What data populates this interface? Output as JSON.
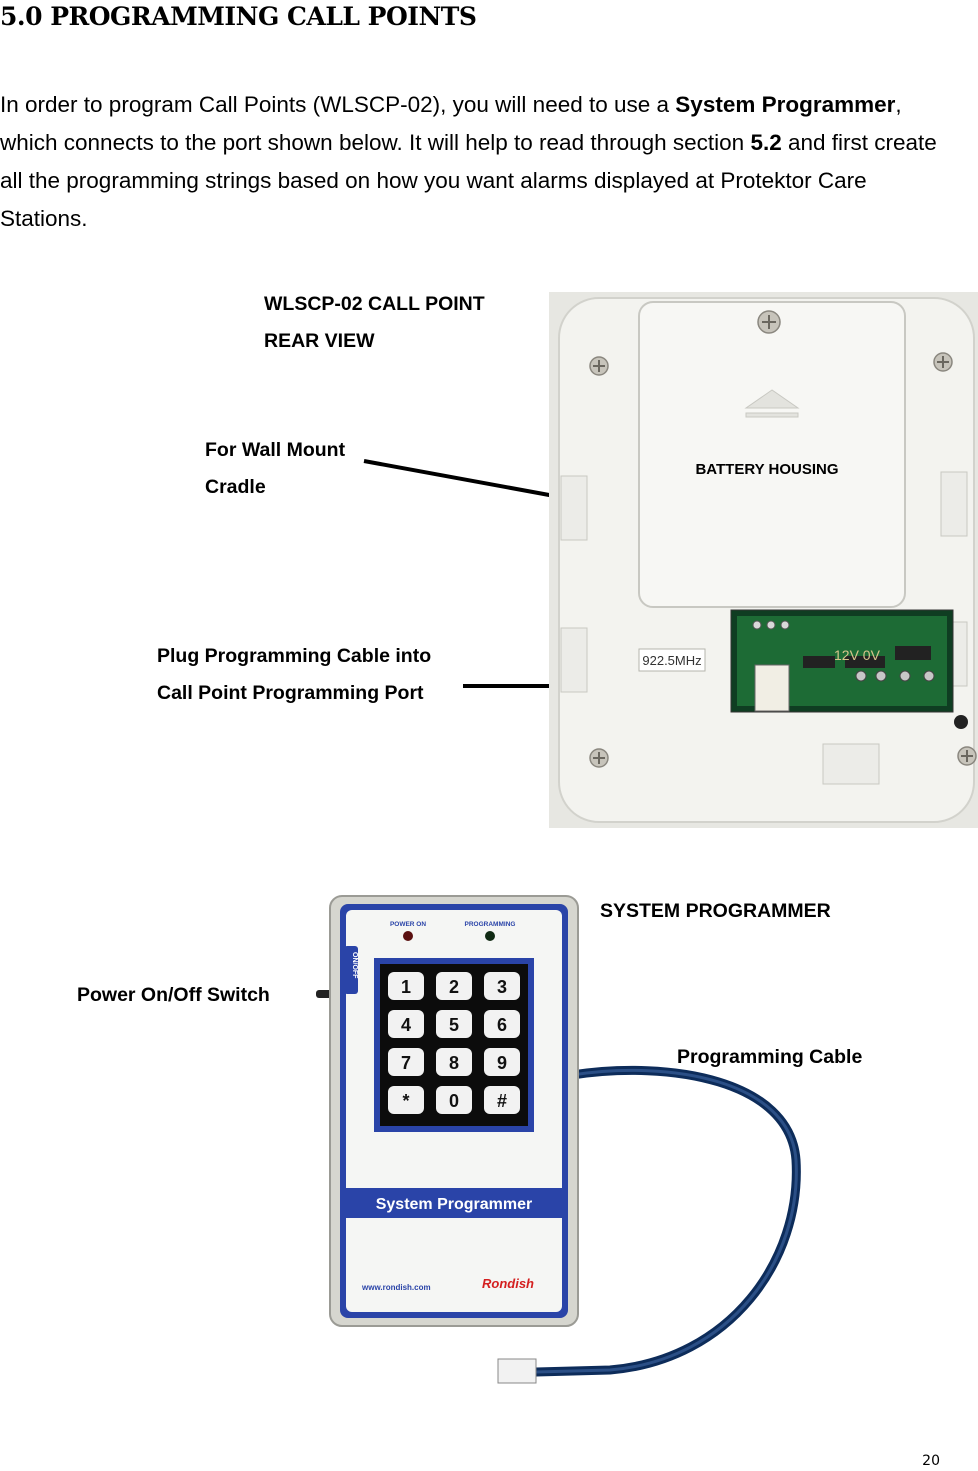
{
  "heading": "5.0 PROGRAMMING CALL POINTS",
  "intro": {
    "t1": "In order to program Call Points (WLSCP-02), you will need to use a ",
    "b1": "System Programmer",
    "t2": ", which connects to the port shown below.    It will help to read through section ",
    "b2": "5.2",
    "t3": " and first create all the programming strings based on how you want alarms displayed at Protektor Care Stations."
  },
  "call_point": {
    "title_line1": "WLSCP-02 CALL POINT",
    "title_line2": "REAR VIEW",
    "wall_line1": "For Wall Mount",
    "wall_line2": "Cradle",
    "plug_line1": "Plug Programming Cable into",
    "plug_line2": "Call Point Programming Port",
    "battery_label": "BATTERY HOUSING",
    "freq_label": "922.5MHz",
    "pcb_label": "12V 0V"
  },
  "programmer": {
    "title": "SYSTEM PROGRAMMER",
    "power_label": "Power On/Off Switch",
    "cable_label": "Programming Cable",
    "led1": "POWER ON",
    "led2": "PROGRAMMING",
    "switch": "ON/OFF",
    "keys": [
      "1",
      "2",
      "3",
      "4",
      "5",
      "6",
      "7",
      "8",
      "9",
      "*",
      "0",
      "#"
    ],
    "device_name": "System Programmer",
    "website": "www.rondish.com",
    "brand": "Rondish"
  },
  "page_number": "20"
}
